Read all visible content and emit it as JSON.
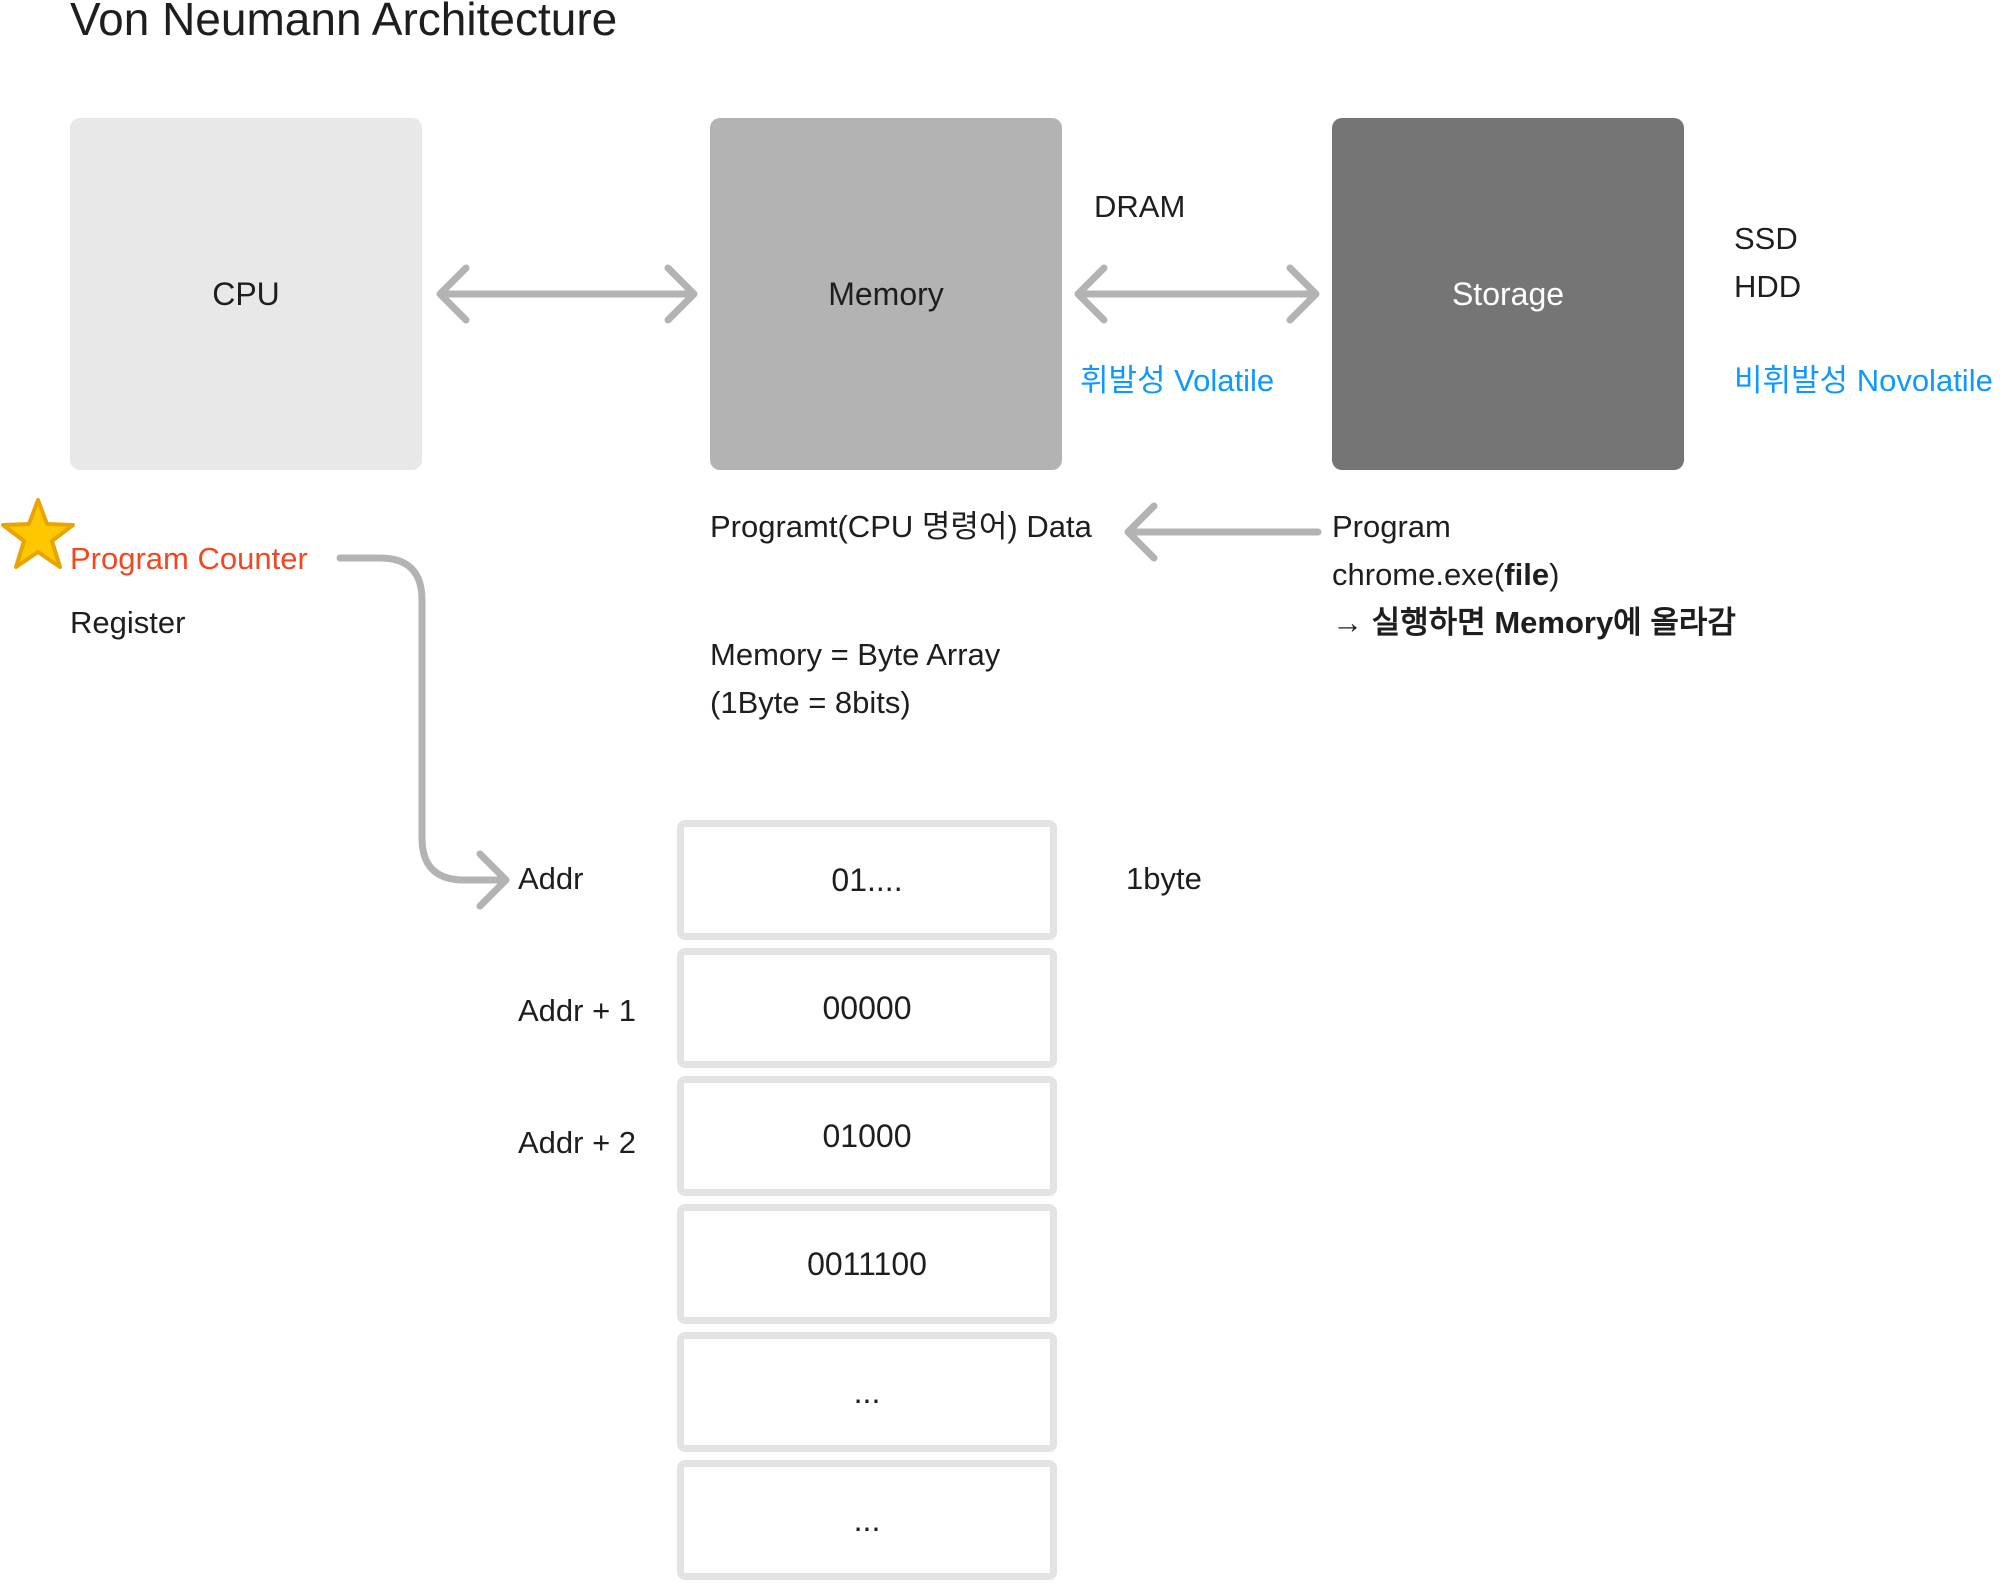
{
  "title": "Von Neumann Architecture",
  "boxes": {
    "cpu": "CPU",
    "memory": "Memory",
    "storage": "Storage"
  },
  "memory_type": "DRAM",
  "memory_volatility": "휘발성 Volatile",
  "storage_types": [
    "SSD",
    "HDD"
  ],
  "storage_volatility": "비휘발성 Novolatile",
  "cpu_notes": {
    "program_counter": "Program Counter",
    "register": "Register"
  },
  "memory_notes": {
    "program_data": "Programt(CPU 명령어) Data",
    "byte_array": "Memory = Byte Array",
    "byte_def": "(1Byte = 8bits)"
  },
  "storage_notes": {
    "program": "Program",
    "file_name": "chrome.exe(",
    "file_bold": "file",
    "file_close": ")",
    "load_arrow": "→ ",
    "load_text": "실행하면 Memory에 올라감"
  },
  "addresses": [
    "Addr",
    "Addr + 1",
    "Addr + 2"
  ],
  "cells": [
    "01....",
    "00000",
    "01000",
    "0011100",
    "...",
    "..."
  ],
  "cell_size_label": "1byte",
  "colors": {
    "cpu_box": "#e8e8e8",
    "memory_box": "#b3b3b3",
    "storage_box": "#757575",
    "arrow": "#b3b3b3",
    "volatility": "#0d99ff",
    "program_counter": "#f24822",
    "star": "#ffc700"
  }
}
